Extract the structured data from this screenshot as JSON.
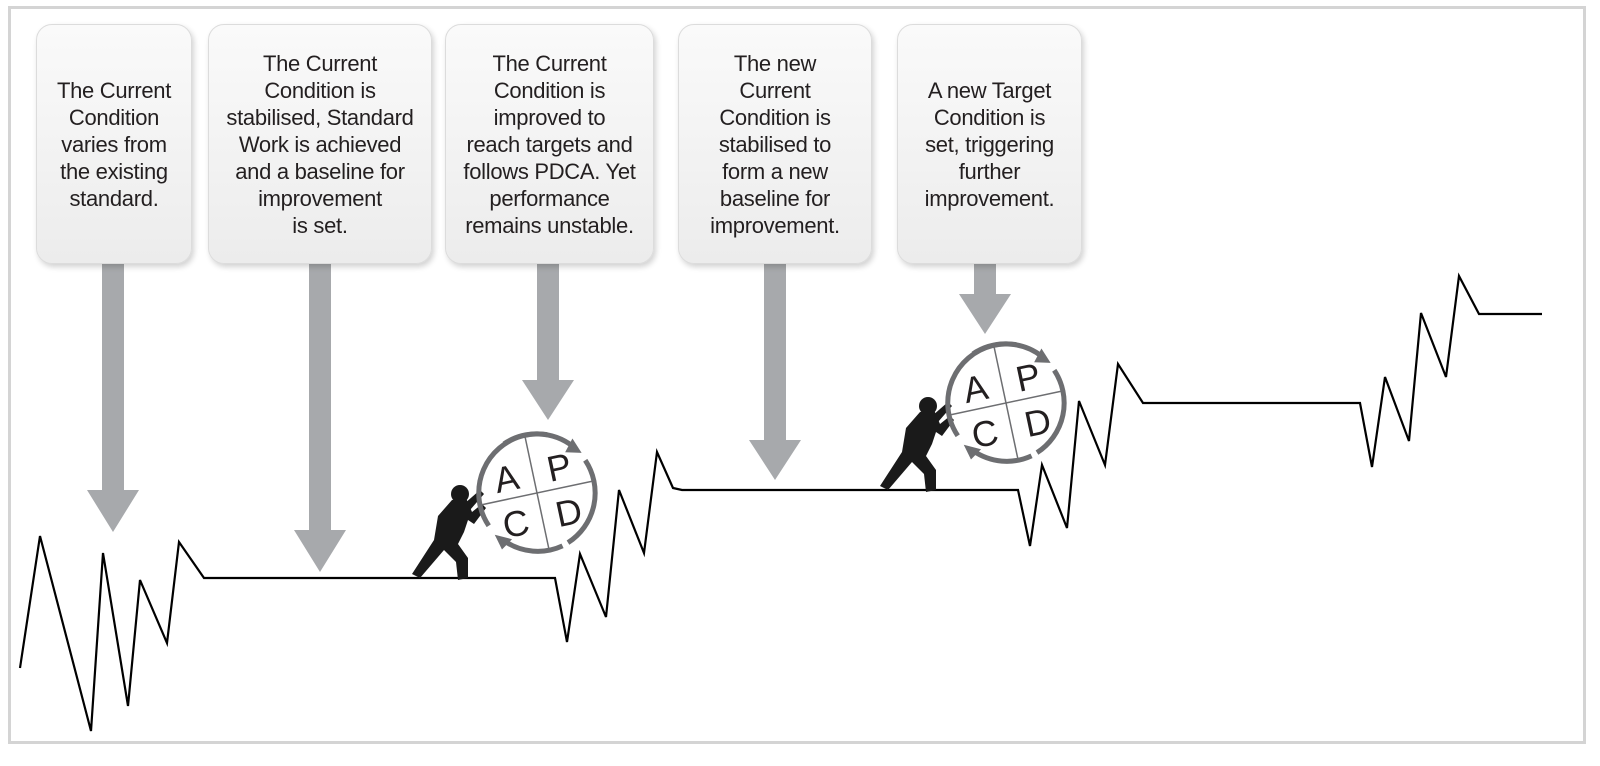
{
  "callouts": [
    {
      "text": "The Current\nCondition\nvaries from\nthe existing\nstandard."
    },
    {
      "text": "The Current\nCondition is\nstabilised, Standard\nWork is achieved\nand a baseline for\nimprovement\nis set."
    },
    {
      "text": "The Current\nCondition is\nimproved to\nreach targets and\nfollows PDCA. Yet\nperformance\nremains unstable."
    },
    {
      "text": "The new\nCurrent\nCondition is\nstabilised to\nform a new\nbaseline for\nimprovement."
    },
    {
      "text": "A new Target\nCondition is\nset, triggering\nfurther\nimprovement."
    }
  ],
  "pdca": {
    "a": "A",
    "p": "P",
    "c": "C",
    "d": "D"
  },
  "colors": {
    "arrow": "#a7a9ac",
    "cycle": "#6d6e71",
    "line": "#000000",
    "figure": "#1a1a1a"
  }
}
